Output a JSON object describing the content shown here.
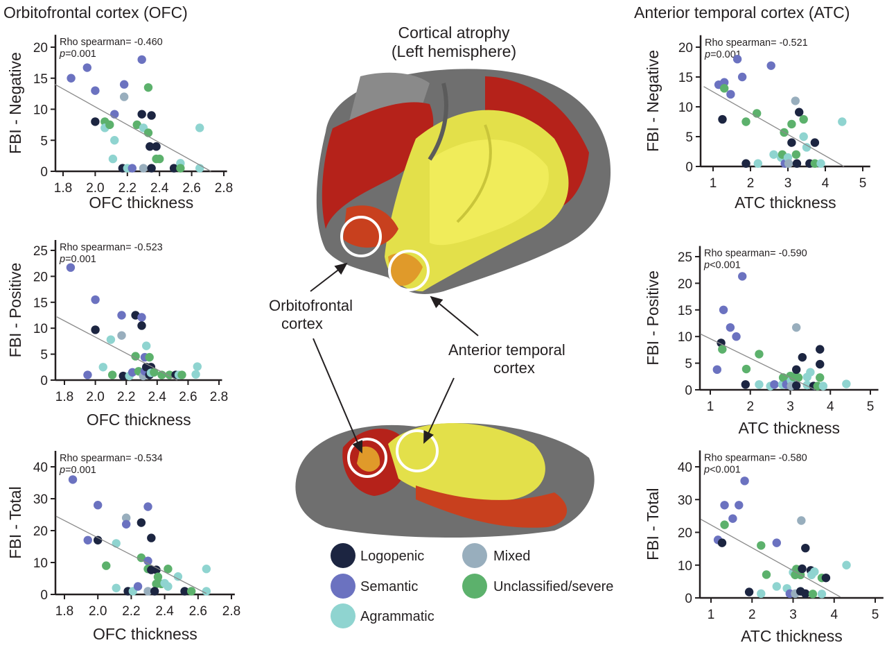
{
  "titles": {
    "left": "Orbitofrontal cortex (OFC)",
    "right": "Anterior temporal cortex (ATC)",
    "center_line1": "Cortical atrophy",
    "center_line2": "(Left hemisphere)"
  },
  "annotations": {
    "ofc_line1": "Orbitofrontal",
    "ofc_line2": "cortex",
    "atc_line1": "Anterior temporal",
    "atc_line2": "cortex"
  },
  "legend": [
    {
      "key": "L",
      "label": "Logopenic",
      "color": "#1c2541"
    },
    {
      "key": "S",
      "label": "Semantic",
      "color": "#6b72c0"
    },
    {
      "key": "A",
      "label": "Agrammatic",
      "color": "#8fd4d0"
    },
    {
      "key": "M",
      "label": "Mixed",
      "color": "#98aebd"
    },
    {
      "key": "U",
      "label": "Unclassified/severe",
      "color": "#5cb16c"
    }
  ],
  "chart_data": [
    {
      "type": "scatter",
      "xlabel": "OFC thickness",
      "ylabel": "FBI - Negative",
      "rho_label": "Rho spearman= -0.460",
      "p_prefix": "p",
      "p_value": "=0.001",
      "xlim": [
        1.75,
        2.82
      ],
      "ylim": [
        0,
        22
      ],
      "x_ticks": [
        "1.8",
        "2.0",
        "2.2",
        "2.4",
        "2.6",
        "2.8"
      ],
      "y_ticks": [
        "0",
        "5",
        "10",
        "15",
        "20"
      ],
      "fit": [
        [
          1.75,
          14
        ],
        [
          2.72,
          0
        ]
      ],
      "points": [
        [
          1.85,
          15,
          "S"
        ],
        [
          1.95,
          16.7,
          "S"
        ],
        [
          2.0,
          13,
          "S"
        ],
        [
          2.0,
          8,
          "L"
        ],
        [
          2.06,
          8,
          "U"
        ],
        [
          2.06,
          7,
          "A"
        ],
        [
          2.09,
          7.5,
          "U"
        ],
        [
          2.12,
          9.2,
          "S"
        ],
        [
          2.12,
          5,
          "A"
        ],
        [
          2.11,
          2,
          "A"
        ],
        [
          2.17,
          0.5,
          "L"
        ],
        [
          2.2,
          0.5,
          "A"
        ],
        [
          2.18,
          14,
          "S"
        ],
        [
          2.18,
          12,
          "M"
        ],
        [
          2.23,
          0.5,
          "S"
        ],
        [
          2.26,
          7.5,
          "U"
        ],
        [
          2.29,
          18,
          "S"
        ],
        [
          2.29,
          9.2,
          "L"
        ],
        [
          2.3,
          7,
          "A"
        ],
        [
          2.3,
          0.5,
          "M"
        ],
        [
          2.33,
          13.5,
          "U"
        ],
        [
          2.33,
          6.2,
          "U"
        ],
        [
          2.35,
          9,
          "L"
        ],
        [
          2.34,
          4,
          "L"
        ],
        [
          2.38,
          4,
          "L"
        ],
        [
          2.38,
          2,
          "U"
        ],
        [
          2.4,
          2,
          "U"
        ],
        [
          2.35,
          0.5,
          "L"
        ],
        [
          2.49,
          0.5,
          "L"
        ],
        [
          2.53,
          1.3,
          "A"
        ],
        [
          2.53,
          0.5,
          "U"
        ],
        [
          2.65,
          7,
          "A"
        ],
        [
          2.65,
          0.5,
          "A"
        ]
      ]
    },
    {
      "type": "scatter",
      "xlabel": "OFC thickness",
      "ylabel": "FBI - Positive",
      "rho_label": "Rho spearman= -0.523",
      "p_prefix": "p",
      "p_value": "=0.001",
      "xlim": [
        1.75,
        2.82
      ],
      "ylim": [
        0,
        27
      ],
      "x_ticks": [
        "1.8",
        "2.0",
        "2.2",
        "2.4",
        "2.6",
        "2.8"
      ],
      "y_ticks": [
        "0",
        "5",
        "10",
        "15",
        "20",
        "25"
      ],
      "fit": [
        [
          1.75,
          12.2
        ],
        [
          2.53,
          0
        ]
      ],
      "points": [
        [
          1.84,
          21.7,
          "S"
        ],
        [
          1.95,
          1,
          "S"
        ],
        [
          2.0,
          15.5,
          "S"
        ],
        [
          2.0,
          9.7,
          "L"
        ],
        [
          2.05,
          2.5,
          "A"
        ],
        [
          2.1,
          7.8,
          "A"
        ],
        [
          2.11,
          1,
          "U"
        ],
        [
          2.17,
          12.5,
          "S"
        ],
        [
          2.17,
          8.6,
          "M"
        ],
        [
          2.18,
          0.8,
          "L"
        ],
        [
          2.22,
          0.8,
          "A"
        ],
        [
          2.24,
          1.5,
          "S"
        ],
        [
          2.26,
          12.5,
          "L"
        ],
        [
          2.26,
          4.6,
          "U"
        ],
        [
          2.28,
          1.7,
          "U"
        ],
        [
          2.3,
          12.1,
          "S"
        ],
        [
          2.3,
          10.5,
          "L"
        ],
        [
          2.32,
          4.4,
          "S"
        ],
        [
          2.33,
          6.6,
          "A"
        ],
        [
          2.31,
          0.8,
          "M"
        ],
        [
          2.32,
          1.7,
          "S"
        ],
        [
          2.33,
          2.5,
          "L"
        ],
        [
          2.36,
          2.5,
          "L"
        ],
        [
          2.35,
          4.4,
          "U"
        ],
        [
          2.35,
          1,
          "L"
        ],
        [
          2.36,
          1.4,
          "A"
        ],
        [
          2.38,
          1.5,
          "U"
        ],
        [
          2.43,
          1,
          "U"
        ],
        [
          2.48,
          1,
          "U"
        ],
        [
          2.52,
          1,
          "L"
        ],
        [
          2.54,
          1,
          "A"
        ],
        [
          2.56,
          1,
          "U"
        ],
        [
          2.66,
          2.6,
          "A"
        ],
        [
          2.65,
          1.1,
          "A"
        ]
      ]
    },
    {
      "type": "scatter",
      "xlabel": "OFC thickness",
      "ylabel": "FBI - Total",
      "rho_label": "Rho spearman= -0.534",
      "p_prefix": "p",
      "p_value": "=0.001",
      "xlim": [
        1.75,
        2.82
      ],
      "ylim": [
        0,
        45
      ],
      "x_ticks": [
        "1.8",
        "2.0",
        "2.2",
        "2.4",
        "2.6",
        "2.8"
      ],
      "y_ticks": [
        "0",
        "10",
        "20",
        "30",
        "40"
      ],
      "fit": [
        [
          1.75,
          24.5
        ],
        [
          2.65,
          0.3
        ]
      ],
      "points": [
        [
          1.85,
          36,
          "S"
        ],
        [
          1.94,
          17,
          "S"
        ],
        [
          2.0,
          28,
          "S"
        ],
        [
          2.0,
          17,
          "L"
        ],
        [
          2.05,
          9,
          "U"
        ],
        [
          2.11,
          16,
          "A"
        ],
        [
          2.11,
          2,
          "A"
        ],
        [
          2.17,
          24,
          "M"
        ],
        [
          2.17,
          22,
          "S"
        ],
        [
          2.18,
          1,
          "L"
        ],
        [
          2.21,
          1,
          "A"
        ],
        [
          2.24,
          2.5,
          "S"
        ],
        [
          2.26,
          11.5,
          "U"
        ],
        [
          2.26,
          22.5,
          "L"
        ],
        [
          2.3,
          27.5,
          "S"
        ],
        [
          2.3,
          10.5,
          "S"
        ],
        [
          2.3,
          8,
          "U"
        ],
        [
          2.3,
          1,
          "M"
        ],
        [
          2.32,
          17.7,
          "L"
        ],
        [
          2.32,
          7.7,
          "L"
        ],
        [
          2.35,
          7.7,
          "L"
        ],
        [
          2.36,
          5.5,
          "U"
        ],
        [
          2.35,
          3.3,
          "U"
        ],
        [
          2.38,
          3.3,
          "U"
        ],
        [
          2.4,
          3.5,
          "A"
        ],
        [
          2.34,
          1,
          "L"
        ],
        [
          2.42,
          8,
          "U"
        ],
        [
          2.42,
          2.5,
          "A"
        ],
        [
          2.48,
          5.6,
          "A"
        ],
        [
          2.52,
          1,
          "L"
        ],
        [
          2.56,
          1,
          "U"
        ],
        [
          2.65,
          8,
          "A"
        ],
        [
          2.65,
          1,
          "A"
        ]
      ]
    },
    {
      "type": "scatter",
      "xlabel": "ATC thickness",
      "ylabel": "FBI - Negative",
      "rho_label": "Rho spearman= -0.521",
      "p_prefix": "p",
      "p_value": "=0.001",
      "xlim": [
        0.75,
        5.2
      ],
      "ylim": [
        0,
        22
      ],
      "x_ticks": [
        "1",
        "2",
        "3",
        "4",
        "5"
      ],
      "y_ticks": [
        "0",
        "5",
        "10",
        "15",
        "20"
      ],
      "fit": [
        [
          0.75,
          13.4
        ],
        [
          4.5,
          0
        ]
      ],
      "points": [
        [
          1.15,
          13.7,
          "S"
        ],
        [
          1.3,
          14.1,
          "S"
        ],
        [
          1.3,
          13.1,
          "U"
        ],
        [
          1.47,
          12.1,
          "S"
        ],
        [
          1.25,
          7.9,
          "L"
        ],
        [
          1.65,
          18,
          "S"
        ],
        [
          1.78,
          15,
          "S"
        ],
        [
          1.88,
          0.5,
          "L"
        ],
        [
          1.88,
          7.5,
          "U"
        ],
        [
          2.17,
          8.9,
          "U"
        ],
        [
          2.2,
          0.5,
          "A"
        ],
        [
          2.55,
          16.9,
          "S"
        ],
        [
          2.62,
          2,
          "A"
        ],
        [
          2.82,
          1.5,
          "A"
        ],
        [
          2.85,
          2,
          "U"
        ],
        [
          2.9,
          5.7,
          "U"
        ],
        [
          2.92,
          0.5,
          "S"
        ],
        [
          3.0,
          1.5,
          "A"
        ],
        [
          3.02,
          0.5,
          "M"
        ],
        [
          3.1,
          7.1,
          "U"
        ],
        [
          3.1,
          4,
          "L"
        ],
        [
          3.2,
          11,
          "M"
        ],
        [
          3.22,
          2,
          "U"
        ],
        [
          3.24,
          0.5,
          "L"
        ],
        [
          3.3,
          9.1,
          "L"
        ],
        [
          3.42,
          5,
          "A"
        ],
        [
          3.42,
          7.9,
          "U"
        ],
        [
          3.5,
          3.2,
          "A"
        ],
        [
          3.58,
          0.5,
          "L"
        ],
        [
          3.72,
          4,
          "L"
        ],
        [
          3.72,
          0.5,
          "U"
        ],
        [
          3.88,
          0.5,
          "A"
        ],
        [
          4.45,
          7.5,
          "A"
        ]
      ]
    },
    {
      "type": "scatter",
      "xlabel": "ATC thickness",
      "ylabel": "FBI - Positive",
      "rho_label": "Rho spearman= -0.590",
      "p_prefix": "p",
      "p_value": "<0.001",
      "xlim": [
        0.75,
        5.2
      ],
      "ylim": [
        0,
        27
      ],
      "x_ticks": [
        "1",
        "2",
        "3",
        "4",
        "5"
      ],
      "y_ticks": [
        "0",
        "5",
        "10",
        "15",
        "20",
        "25"
      ],
      "fit": [
        [
          0.75,
          10.5
        ],
        [
          3.62,
          0
        ]
      ],
      "points": [
        [
          1.17,
          3.8,
          "S"
        ],
        [
          1.27,
          8.8,
          "L"
        ],
        [
          1.3,
          7.6,
          "U"
        ],
        [
          1.33,
          15,
          "S"
        ],
        [
          1.5,
          11.7,
          "S"
        ],
        [
          1.65,
          10,
          "S"
        ],
        [
          1.8,
          21.3,
          "S"
        ],
        [
          1.9,
          3.9,
          "U"
        ],
        [
          1.88,
          1,
          "L"
        ],
        [
          2.22,
          1,
          "A"
        ],
        [
          2.22,
          6.7,
          "U"
        ],
        [
          2.5,
          0.7,
          "A"
        ],
        [
          2.6,
          1,
          "S"
        ],
        [
          2.8,
          1,
          "A"
        ],
        [
          2.82,
          2.3,
          "U"
        ],
        [
          2.9,
          1,
          "S"
        ],
        [
          3.0,
          2.6,
          "U"
        ],
        [
          3.02,
          1.7,
          "A"
        ],
        [
          3.02,
          0.7,
          "M"
        ],
        [
          3.08,
          2.4,
          "U"
        ],
        [
          3.2,
          2.3,
          "U"
        ],
        [
          3.15,
          3.8,
          "L"
        ],
        [
          3.15,
          0.8,
          "L"
        ],
        [
          3.15,
          11.7,
          "M"
        ],
        [
          3.3,
          6.1,
          "L"
        ],
        [
          3.42,
          2.4,
          "A"
        ],
        [
          3.5,
          3.3,
          "A"
        ],
        [
          3.42,
          0.9,
          "A"
        ],
        [
          3.58,
          0.7,
          "L"
        ],
        [
          3.68,
          0.7,
          "U"
        ],
        [
          3.74,
          2.3,
          "U"
        ],
        [
          3.74,
          4.8,
          "L"
        ],
        [
          3.74,
          7.6,
          "L"
        ],
        [
          3.82,
          0.7,
          "A"
        ],
        [
          4.4,
          1.1,
          "A"
        ]
      ]
    },
    {
      "type": "scatter",
      "xlabel": "ATC thickness",
      "ylabel": "FBI - Total",
      "rho_label": "Rho spearman= -0.580",
      "p_prefix": "p",
      "p_value": "<0.001",
      "xlim": [
        0.75,
        5.2
      ],
      "ylim": [
        0,
        45
      ],
      "x_ticks": [
        "1",
        "2",
        "3",
        "4",
        "5"
      ],
      "y_ticks": [
        "0",
        "10",
        "20",
        "30",
        "40"
      ],
      "fit": [
        [
          0.75,
          24
        ],
        [
          4.15,
          0.3
        ]
      ],
      "points": [
        [
          1.17,
          17.7,
          "S"
        ],
        [
          1.27,
          16.8,
          "L"
        ],
        [
          1.33,
          28.3,
          "S"
        ],
        [
          1.33,
          22.3,
          "U"
        ],
        [
          1.53,
          24.2,
          "S"
        ],
        [
          1.68,
          28.3,
          "S"
        ],
        [
          1.82,
          35.7,
          "S"
        ],
        [
          1.93,
          1.8,
          "L"
        ],
        [
          2.22,
          1.3,
          "A"
        ],
        [
          2.22,
          16,
          "U"
        ],
        [
          2.35,
          7.1,
          "U"
        ],
        [
          2.6,
          16.8,
          "S"
        ],
        [
          2.6,
          3.5,
          "A"
        ],
        [
          2.85,
          2.9,
          "A"
        ],
        [
          2.92,
          1.3,
          "S"
        ],
        [
          3.0,
          7.8,
          "A"
        ],
        [
          3.08,
          8.8,
          "U"
        ],
        [
          3.05,
          7,
          "U"
        ],
        [
          3.05,
          1.3,
          "M"
        ],
        [
          3.18,
          7,
          "U"
        ],
        [
          3.22,
          8.9,
          "L"
        ],
        [
          3.18,
          2,
          "L"
        ],
        [
          3.2,
          23.6,
          "M"
        ],
        [
          3.3,
          15.2,
          "L"
        ],
        [
          3.3,
          1.3,
          "L"
        ],
        [
          3.43,
          8.4,
          "L"
        ],
        [
          3.45,
          7,
          "A"
        ],
        [
          3.52,
          8,
          "A"
        ],
        [
          3.48,
          1.2,
          "U"
        ],
        [
          3.7,
          6.1,
          "U"
        ],
        [
          3.8,
          6.1,
          "L"
        ],
        [
          3.7,
          1.2,
          "A"
        ],
        [
          4.3,
          10,
          "A"
        ]
      ]
    }
  ]
}
